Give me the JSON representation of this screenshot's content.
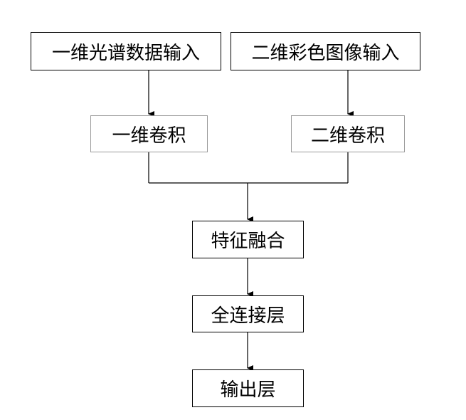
{
  "nodes": {
    "spectral_input": "一维光谱数据输入",
    "image_input": "二维彩色图像输入",
    "conv1d": "一维卷积",
    "conv2d": "二维卷积",
    "feature_fusion": "特征融合",
    "fully_connected": "全连接层",
    "output_layer": "输出层"
  },
  "colors": {
    "line": "#000000",
    "dark_border": "#000000",
    "light_border": "#9a9a9a"
  }
}
